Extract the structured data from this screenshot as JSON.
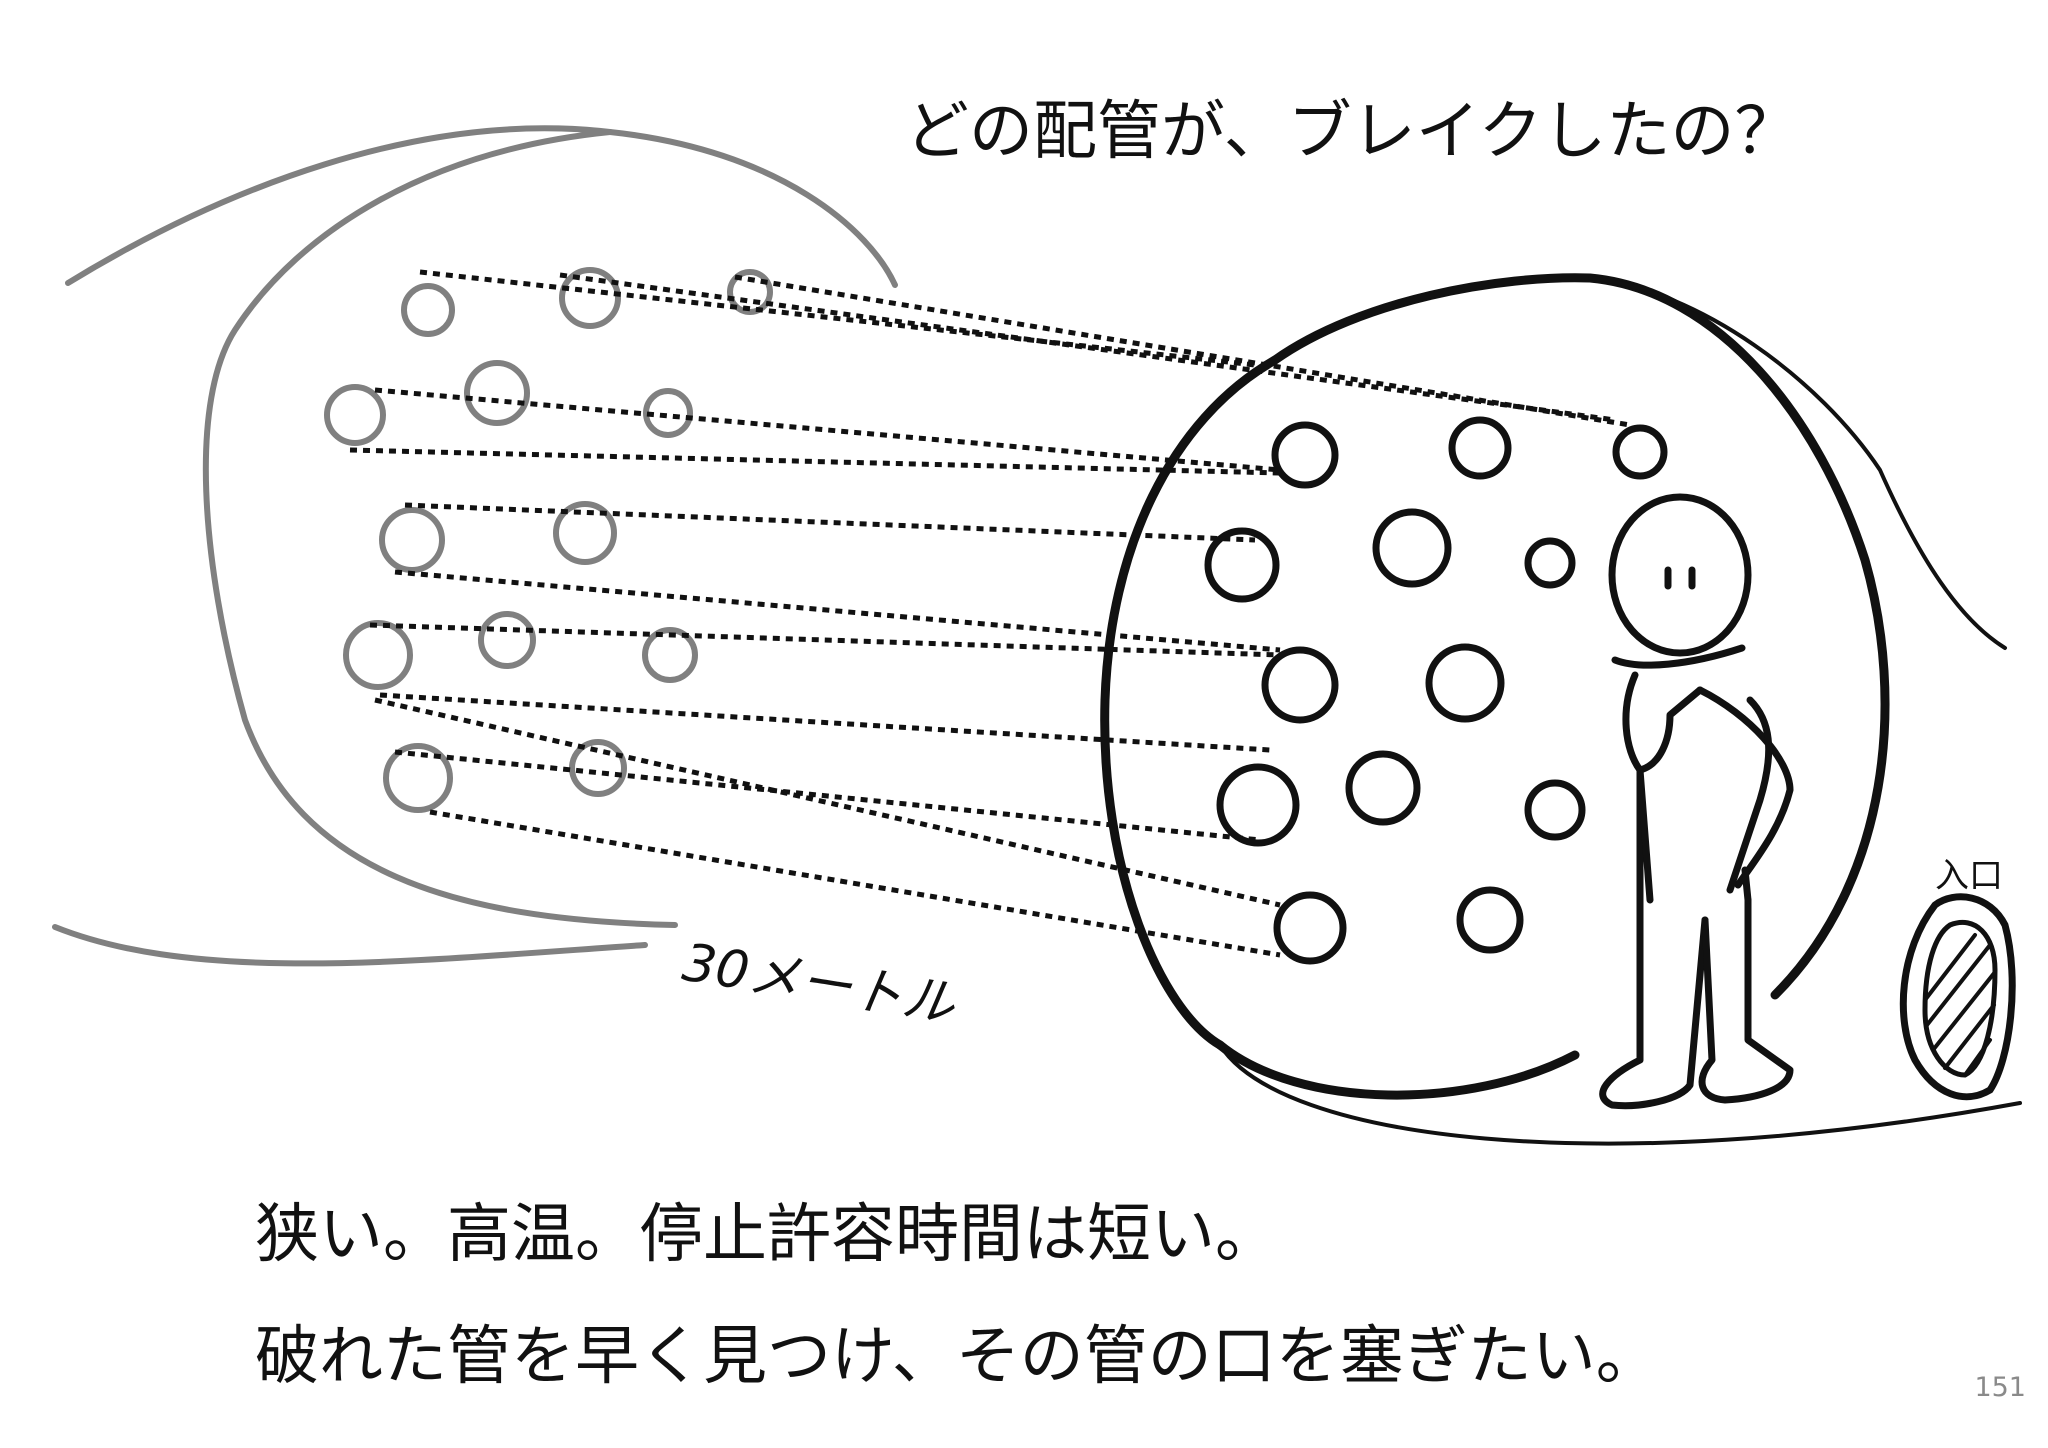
{
  "title": "どの配管が、ブレイクしたの？",
  "distance_label": "30メートル",
  "entrance_label": "入口",
  "caption_line1": "狭い。高温。停止許容時間は短い。",
  "caption_line2": "破れた管を早く見つけ、その管の口を塞ぎたい。",
  "page_number": "151",
  "colors": {
    "ink": "#111111",
    "gray": "#808080",
    "page_number": "#8a8a8a"
  },
  "icons": [
    "boiler-dome",
    "tube-circle",
    "person-figure",
    "manhole-entrance"
  ]
}
